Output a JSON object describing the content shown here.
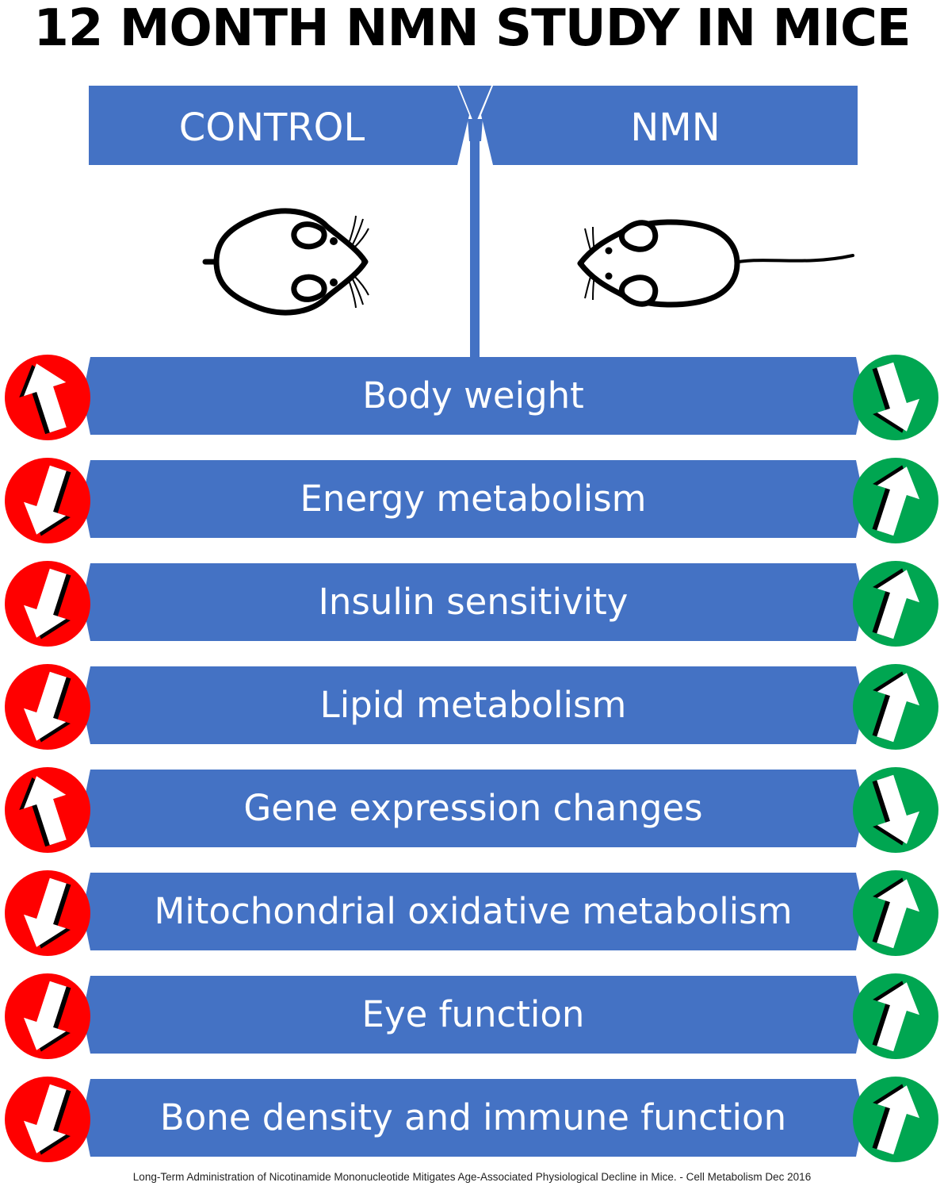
{
  "title": "12 MONTH NMN STUDY IN MICE",
  "groups": {
    "control": "CONTROL",
    "nmn": "NMN"
  },
  "colors": {
    "bar_blue": "#4472c4",
    "increase_red": "#ff0000",
    "green": "#00a651"
  },
  "rows": [
    {
      "label": "Body weight",
      "control": "up",
      "nmn": "down"
    },
    {
      "label": "Energy metabolism",
      "control": "down",
      "nmn": "up"
    },
    {
      "label": "Insulin sensitivity",
      "control": "down",
      "nmn": "up"
    },
    {
      "label": "Lipid metabolism",
      "control": "down",
      "nmn": "up"
    },
    {
      "label": "Gene expression changes",
      "control": "up",
      "nmn": "down"
    },
    {
      "label": "Mitochondrial oxidative metabolism",
      "control": "down",
      "nmn": "up"
    },
    {
      "label": "Eye function",
      "control": "down",
      "nmn": "up"
    },
    {
      "label": "Bone density and immune function",
      "control": "down",
      "nmn": "up"
    }
  ],
  "icons": {
    "control_mouse": "mouse-topview-icon",
    "nmn_mouse": "mouse-topview-icon",
    "up": "arrow-up-icon",
    "down": "arrow-down-icon"
  },
  "citation": "Long-Term Administration of Nicotinamide Mononucleotide Mitigates Age-Associated Physiological Decline in Mice. - Cell Metabolism Dec 2016"
}
